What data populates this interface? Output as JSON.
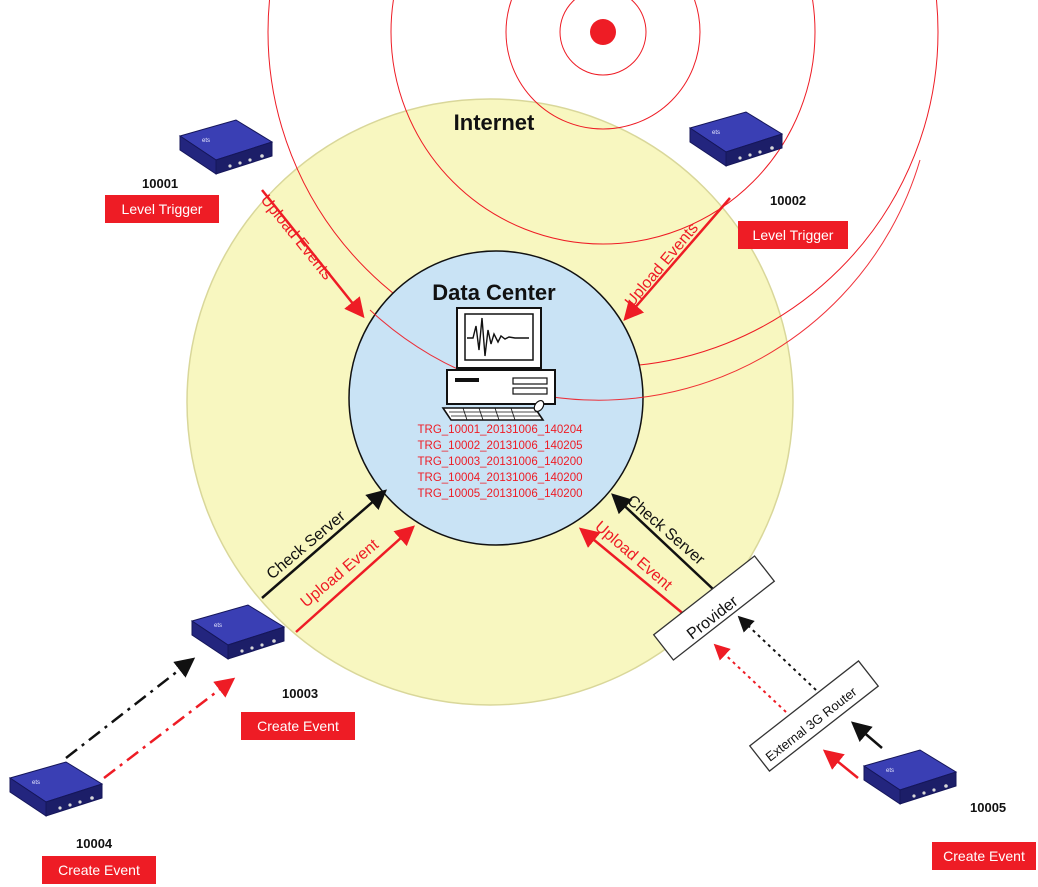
{
  "internet_label": "Internet",
  "datacenter_label": "Data Center",
  "trg_files": [
    "TRG_10001_20131006_140204",
    "TRG_10002_20131006_140205",
    "TRG_10003_20131006_140200",
    "TRG_10004_20131006_140200",
    "TRG_10005_20131006_140200"
  ],
  "links": {
    "upload_events": "Upload Events",
    "upload_event": "Upload Event",
    "check_server": "Check Server"
  },
  "provider_label": "Provider",
  "router_label": "External 3G Router",
  "nodes": [
    {
      "id": "10001",
      "tag": "Level Trigger"
    },
    {
      "id": "10002",
      "tag": "Level Trigger"
    },
    {
      "id": "10003",
      "tag": "Create Event"
    },
    {
      "id": "10004",
      "tag": "Create Event"
    },
    {
      "id": "10005",
      "tag": "Create Event"
    }
  ],
  "colors": {
    "red": "#ee1c25",
    "internet_fill": "#f8f7c0",
    "datacenter_fill": "#c9e3f5",
    "device_blue": "#2a2c94"
  }
}
